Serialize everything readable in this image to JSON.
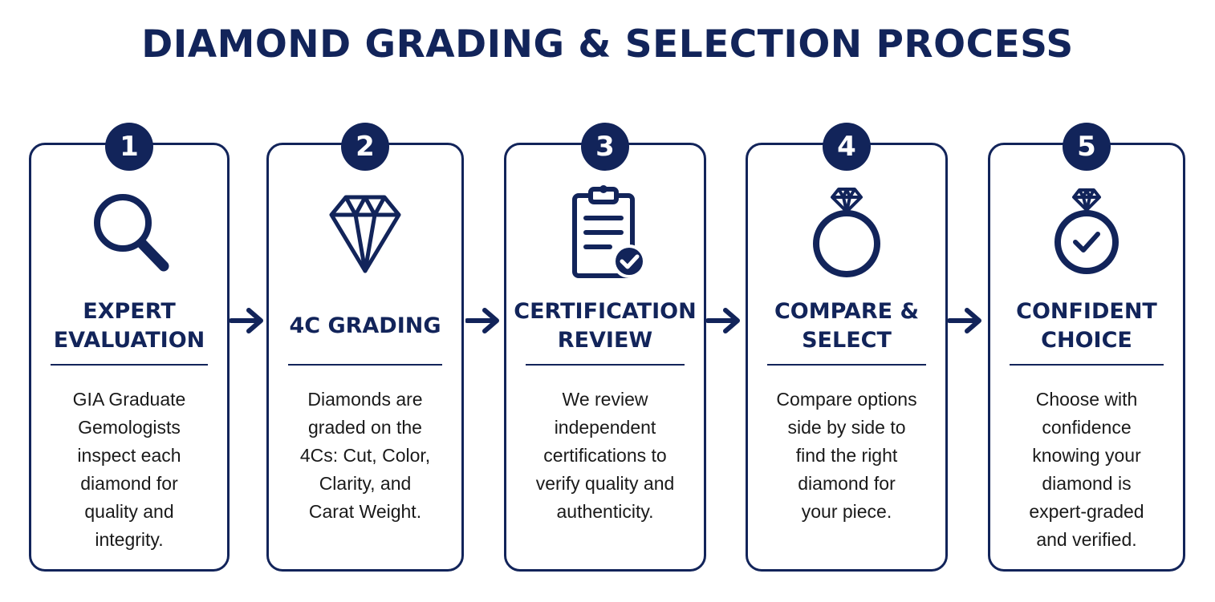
{
  "title": "DIAMOND GRADING & SELECTION PROCESS",
  "colors": {
    "primary": "#12245a",
    "background": "#ffffff",
    "body_text": "#1a1a1a"
  },
  "steps": [
    {
      "number": "1",
      "icon": "magnifying-glass-icon",
      "heading": "EXPERT\nEVALUATION",
      "description": "GIA Graduate\nGemologists\ninspect each\ndiamond for\nquality and\nintegrity."
    },
    {
      "number": "2",
      "icon": "diamond-icon",
      "heading": "4C GRADING",
      "description": "Diamonds are\ngraded on the\n4Cs: Cut, Color,\nClarity, and\nCarat Weight."
    },
    {
      "number": "3",
      "icon": "clipboard-check-icon",
      "heading": "CERTIFICATION\nREVIEW",
      "description": "We review\nindependent\ncertifications to\nverify quality and\nauthenticity."
    },
    {
      "number": "4",
      "icon": "diamond-ring-icon",
      "heading": "COMPARE &\nSELECT",
      "description": "Compare options\nside by side to\nfind the right\ndiamond for\nyour piece."
    },
    {
      "number": "5",
      "icon": "ring-checkmark-icon",
      "heading": "CONFIDENT\nCHOICE",
      "description": "Choose with\nconfidence\nknowing your\ndiamond is\nexpert-graded\nand verified."
    }
  ]
}
